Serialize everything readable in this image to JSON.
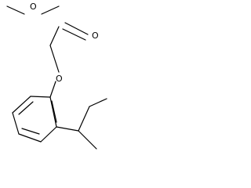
{
  "molecule": {
    "atoms": {
      "ester_oxygen": "O",
      "carbonyl_oxygen": "O",
      "ether_oxygen": "O"
    },
    "colors": {
      "bond": "#000000",
      "label": "#000000",
      "background": "#ffffff"
    }
  }
}
